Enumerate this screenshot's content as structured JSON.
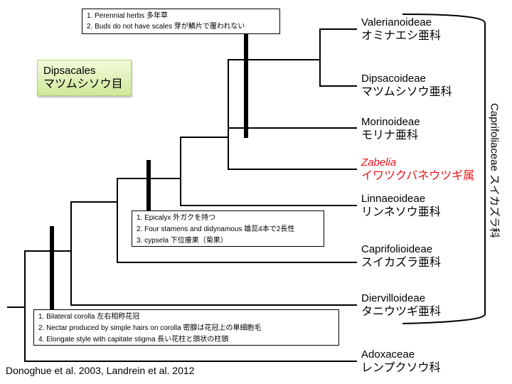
{
  "order_label": {
    "latin": "Dipsacales",
    "japanese": "マツムシソウ目"
  },
  "family_label": "Caprifoliaceae スイカズラ科",
  "taxa": [
    {
      "latin": "Valerianoideae",
      "japanese": "オミナエシ亜科"
    },
    {
      "latin": "Dipsacoideae",
      "japanese": "マツムシソウ亜科"
    },
    {
      "latin": "Morinoideae",
      "japanese": "モリナ亜科"
    },
    {
      "latin": "Zabelia",
      "japanese": "イワツクバネウツギ属",
      "color": "#e8141c"
    },
    {
      "latin": "Linnaeoideae",
      "japanese": "リンネソウ亜科"
    },
    {
      "latin": "Caprifolioideae",
      "japanese": "スイカズラ亜科"
    },
    {
      "latin": "Diervilloideae",
      "japanese": "タニウツギ亜科"
    },
    {
      "latin": "Adoxaceae",
      "japanese": "レンプクソウ科"
    }
  ],
  "character_boxes": {
    "perennial": [
      "1.   Perennial herbs 多年草",
      "2.   Buds do not have scales  芽が鱗片で覆われない"
    ],
    "epicalyx": [
      "1. Epicalyx 外ガクを持つ",
      "2. Four stamens and didynamous 雄蕊4本で2長性",
      "3.  cypsela 下位痩果（菊果）"
    ],
    "bilateral": [
      "1. Bilateral corolla 左右相称花冠",
      "2. Nectar produced by simple hairs on corolla 密腺は花冠上の単細胞毛",
      "4. Elongate style with capitate stigma 長い花柱と頭状の柱頭"
    ]
  },
  "citation": "Donoghue et al. 2003, Landrein et al. 2012"
}
